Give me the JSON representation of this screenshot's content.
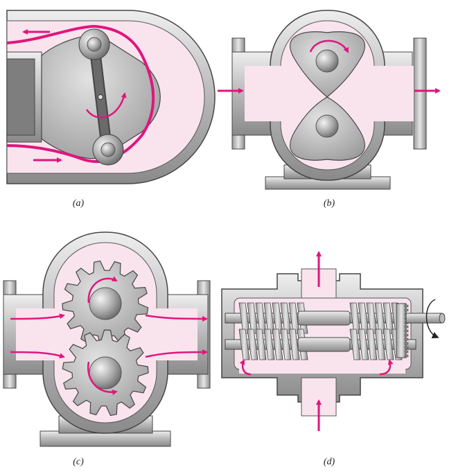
{
  "figure": {
    "captions": {
      "a": "(a)",
      "b": "(b)",
      "c": "(c)",
      "d": "(d)"
    },
    "colors": {
      "flow_pink": "#f9e4ee",
      "arrow_magenta": "#e0157d",
      "metal_dark": "#6f6f6f",
      "metal_mid": "#a9a9a9",
      "metal_light": "#dcdcdc",
      "outline": "#3a3a3a"
    },
    "icons": [
      "flow-arrow-icon",
      "rotation-arrow-icon",
      "gear-icon",
      "lobe-rotor-icon",
      "screw-rotor-icon"
    ]
  }
}
